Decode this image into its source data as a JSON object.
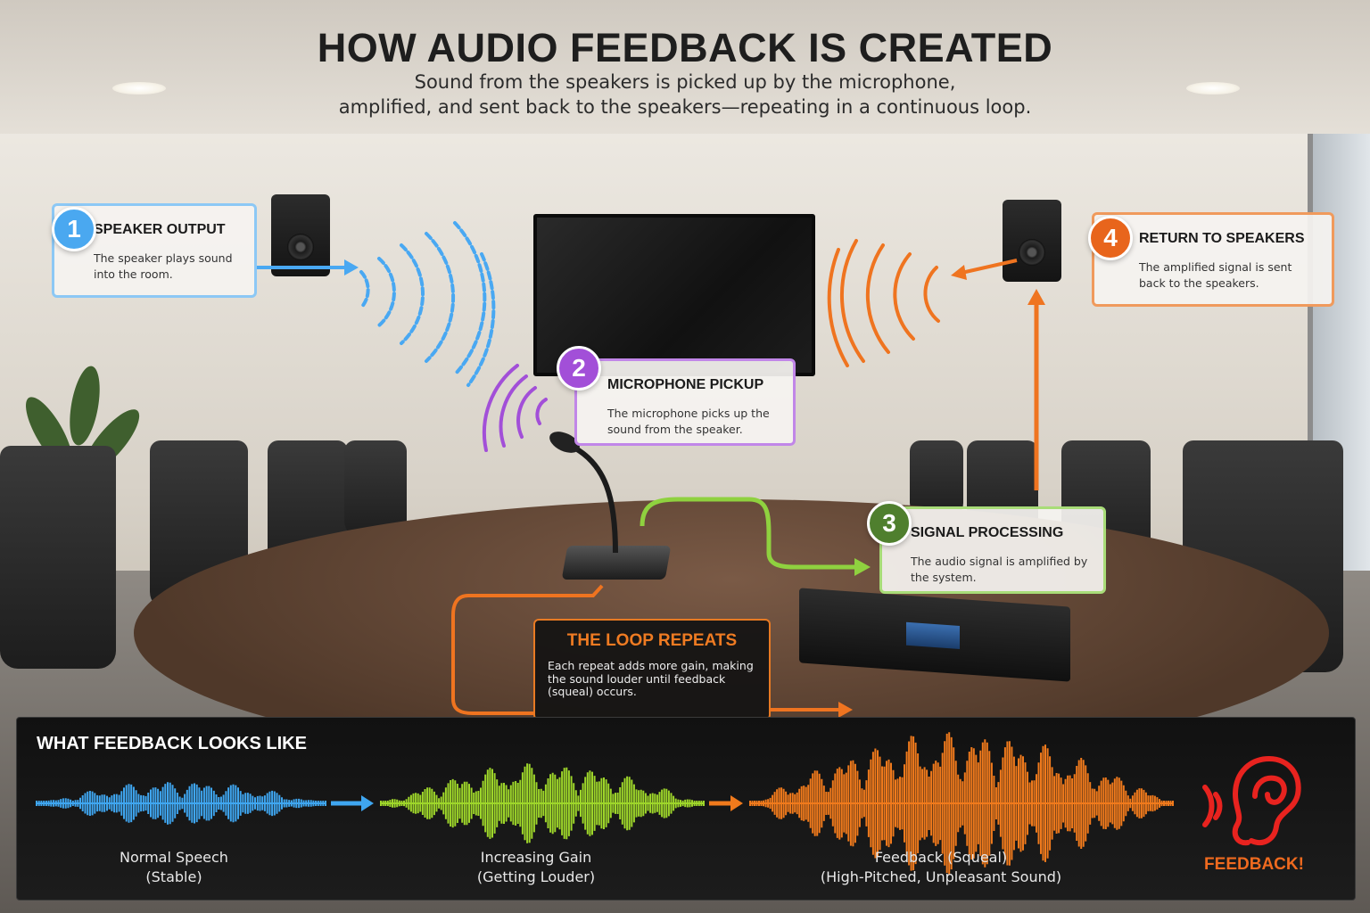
{
  "header": {
    "title": "HOW AUDIO FEEDBACK IS CREATED",
    "subtitle_line1": "Sound from the speakers is picked up by the microphone,",
    "subtitle_line2": "amplified, and sent back to the speakers—repeating in a continuous loop."
  },
  "steps": [
    {
      "number": "1",
      "heading": "SPEAKER OUTPUT",
      "body": "The speaker plays sound into the room.",
      "color": "#4aa8f0"
    },
    {
      "number": "2",
      "heading": "MICROPHONE PICKUP",
      "body": "The microphone picks up the sound from the speaker.",
      "color": "#a24fd8"
    },
    {
      "number": "3",
      "heading": "SIGNAL PROCESSING",
      "body": "The audio signal is amplified by the system.",
      "color": "#4f7f2e"
    },
    {
      "number": "4",
      "heading": "RETURN TO SPEAKERS",
      "body": "The amplified signal is sent back to the speakers.",
      "color": "#e8651c"
    }
  ],
  "loop": {
    "heading": "THE LOOP REPEATS",
    "body": "Each repeat adds more gain, making the sound louder until feedback (squeal) occurs."
  },
  "waveform_panel": {
    "title": "WHAT FEEDBACK LOOKS LIKE",
    "stages": [
      {
        "label_line1": "Normal Speech",
        "label_line2": "(Stable)",
        "color": "#3fa6f0"
      },
      {
        "label_line1": "Increasing Gain",
        "label_line2": "(Getting Louder)",
        "color": "#9ed62a"
      },
      {
        "label_line1": "Feedback (Squeal)",
        "label_line2": "(High-Pitched, Unpleasant Sound)",
        "color": "#f07a1c"
      }
    ],
    "result_label": "FEEDBACK!",
    "result_color": "#e8231f",
    "result_icon": "ear-icon"
  }
}
